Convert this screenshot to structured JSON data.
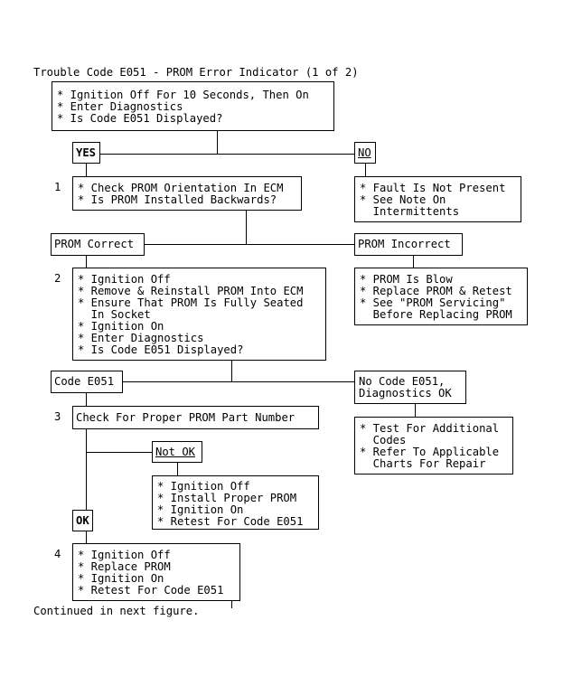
{
  "title": "Trouble Code E051 - PROM Error Indicator (1 of 2)",
  "start_box": [
    "* Ignition Off For 10 Seconds, Then On",
    "* Enter Diagnostics",
    "* Is Code E051 Displayed?"
  ],
  "yes_label": "YES",
  "no_label": "NO",
  "no_box": [
    "* Fault Is Not Present",
    "* See Note On",
    "  Intermittents"
  ],
  "step1": {
    "number": "1",
    "lines": [
      "* Check PROM Orientation In ECM",
      "* Is PROM Installed Backwards?"
    ]
  },
  "prom_correct_label": "PROM Correct",
  "prom_incorrect_label": "PROM Incorrect",
  "prom_incorrect_box": [
    "* PROM Is Blow",
    "* Replace PROM & Retest",
    "* See \"PROM Servicing\"",
    "  Before Replacing PROM"
  ],
  "step2": {
    "number": "2",
    "lines": [
      "* Ignition Off",
      "* Remove & Reinstall PROM Into ECM",
      "* Ensure That PROM Is Fully Seated",
      "  In Socket",
      "* Ignition On",
      "* Enter Diagnostics",
      "* Is Code E051 Displayed?"
    ]
  },
  "code_e051_label": "Code E051",
  "no_code_label": [
    "No Code E051,",
    "Diagnostics OK"
  ],
  "no_code_box": [
    "* Test For Additional",
    "  Codes",
    "* Refer To Applicable",
    "  Charts For Repair"
  ],
  "step3": {
    "number": "3",
    "lines": [
      "Check For Proper PROM Part Number"
    ]
  },
  "not_ok_label": "Not OK",
  "not_ok_box": [
    "* Ignition Off",
    "* Install Proper PROM",
    "* Ignition On",
    "* Retest For Code E051"
  ],
  "ok_label": "OK",
  "step4": {
    "number": "4",
    "lines": [
      "* Ignition Off",
      "* Replace PROM",
      "* Ignition On",
      "* Retest For Code E051"
    ]
  },
  "footer": "Continued in next figure."
}
